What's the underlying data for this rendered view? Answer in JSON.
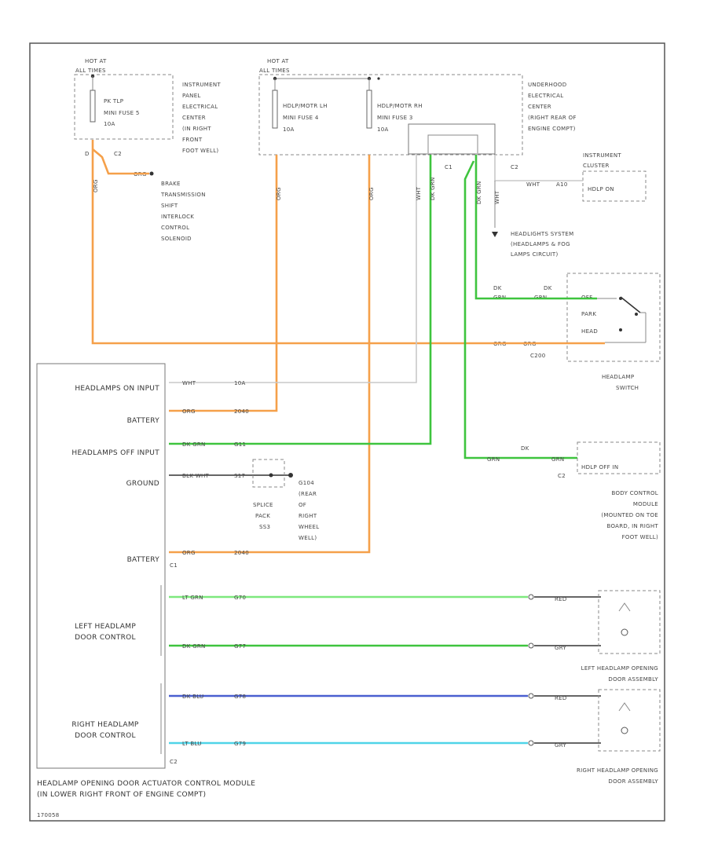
{
  "fuse_left": {
    "hot_at": "HOT AT",
    "times": "ALL TIMES",
    "fuse_name": "PK TLP",
    "fuse_num": "MINI FUSE 5",
    "amps": "10A",
    "center": [
      "INSTRUMENT",
      "PANEL",
      "ELECTRICAL",
      "CENTER",
      "(IN RIGHT",
      "FRONT",
      "FOOT WELL)"
    ],
    "connector": "C2",
    "pin": "D",
    "wire_code": "ORG",
    "wire_code2": "ORG"
  },
  "brake_label": [
    "BRAKE",
    "TRANSMISSION",
    "SHIFT",
    "INTERLOCK",
    "CONTROL",
    "SOLENOID"
  ],
  "fuse_right": {
    "hot_at": "HOT AT",
    "times": "ALL TIMES",
    "fuse_a_name": "HDLP/MOTR LH",
    "fuse_a_num": "MINI FUSE 4",
    "fuse_a_amps": "10A",
    "fuse_b_name": "HDLP/MOTR RH",
    "fuse_b_num": "MINI FUSE 3",
    "fuse_b_amps": "10A",
    "center": [
      "UNDERHOOD",
      "ELECTRICAL",
      "CENTER",
      "(RIGHT REAR OF",
      "ENGINE COMPT)"
    ],
    "conn_a": "C1",
    "conn_b": "C2",
    "wire_a": "ORG",
    "wire_b": "ORG",
    "wht1": "WHT",
    "grn1": "DK GRN",
    "grn2": "DK GRN",
    "wht2": "WHT"
  },
  "ipc": {
    "title": [
      "INSTRUMENT",
      "CLUSTER"
    ],
    "input": "HDLP ON",
    "wire": "WHT",
    "circuit": "A10"
  },
  "headlight_system": [
    "HEADLIGHTS SYSTEM",
    "(HEADLAMPS & FOG",
    "LAMPS CIRCUIT)"
  ],
  "headlamp_switch": {
    "title": [
      "HEADLAMP",
      "SWITCH"
    ],
    "off": "OFF",
    "park": "PARK",
    "head": "HEAD",
    "connector": "C200",
    "wire1": "DK",
    "wire1b": "GRN",
    "wire2": "ORG",
    "wire2b": "ORG",
    "wire3": "DK",
    "wire3b": "GRN"
  },
  "module": {
    "title": "HEADLAMP OPENING DOOR ACTUATOR CONTROL MODULE",
    "subtitle": "(IN LOWER RIGHT FRONT OF ENGINE COMPT)",
    "pins": [
      {
        "label": "HEADLAMPS ON INPUT",
        "wire": "WHT",
        "circuit": "10A"
      },
      {
        "label": "BATTERY",
        "wire": "ORG",
        "circuit": "2040"
      },
      {
        "label": "HEADLAMPS OFF INPUT",
        "wire": "DK GRN",
        "circuit": "G11"
      },
      {
        "label": "GROUND",
        "wire": "BLK WHT",
        "circuit": "S17"
      },
      {
        "label": "BATTERY",
        "wire": "ORG",
        "circuit": "2040"
      }
    ],
    "conn_c1": "C1",
    "conn_c2": "C2",
    "left_door": [
      "LEFT HEADLAMP",
      "DOOR CONTROL"
    ],
    "right_door": [
      "RIGHT HEADLAMP",
      "DOOR CONTROL"
    ],
    "left_wires": [
      {
        "wire": "LT GRN",
        "circuit": "G70"
      },
      {
        "wire": "DK GRN",
        "circuit": "G77"
      }
    ],
    "right_wires": [
      {
        "wire": "DK BLU",
        "circuit": "G78"
      },
      {
        "wire": "LT BLU",
        "circuit": "G79"
      }
    ]
  },
  "splice": {
    "label": [
      "SPLICE",
      "PACK",
      "SS3"
    ],
    "g_label": [
      "G104",
      "(REAR",
      "OF",
      "RIGHT",
      "WHEEL",
      "WELL)"
    ]
  },
  "bcm": {
    "input": "HDLP OFF IN",
    "conn": "C2",
    "wire": "DK",
    "wire2": "GRN",
    "wire3": "GRN",
    "title": [
      "BODY CONTROL",
      "MODULE",
      "(MOUNTED ON TOE",
      "BOARD, IN RIGHT",
      "FOOT WELL)"
    ]
  },
  "left_door_asm": {
    "title": [
      "LEFT HEADLAMP OPENING",
      "DOOR ASSEMBLY"
    ],
    "wire1": "RED",
    "wire2": "GRY"
  },
  "right_door_asm": {
    "title": [
      "RIGHT HEADLAMP OPENING",
      "DOOR ASSEMBLY"
    ],
    "wire1": "RED",
    "wire2": "GRY"
  },
  "footer_code": "170058",
  "colors": {
    "orange": "#f5a04a",
    "green": "#3ec43e",
    "lt_green": "#7ee87e",
    "dk_blue": "#4a5fd0",
    "lt_blue": "#4fd4e8"
  }
}
